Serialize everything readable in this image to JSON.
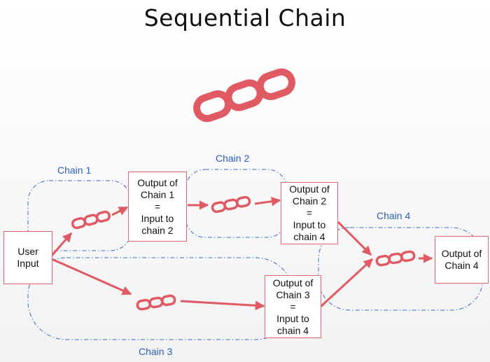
{
  "title": "Sequential Chain",
  "groups": {
    "chain1": "Chain 1",
    "chain2": "Chain 2",
    "chain3": "Chain 3",
    "chain4": "Chain 4"
  },
  "nodes": {
    "user_input": [
      "User",
      "Input"
    ],
    "output1": [
      "Output of",
      "Chain 1",
      "=",
      "Input to",
      "chain 2"
    ],
    "output2": [
      "Output of",
      "Chain 2",
      "=",
      "Input to",
      "chain 4"
    ],
    "output3": [
      "Output of",
      "Chain 3",
      "=",
      "Input to",
      "chain 4"
    ],
    "output4": [
      "Output of",
      "Chain 4"
    ]
  },
  "colors": {
    "accent": "#e05a64",
    "node_border": "#e06672",
    "group_border": "#3a6cc8",
    "group_label": "#2c5fb8",
    "title": "#111111"
  },
  "icons": [
    "chain-link-icon"
  ]
}
